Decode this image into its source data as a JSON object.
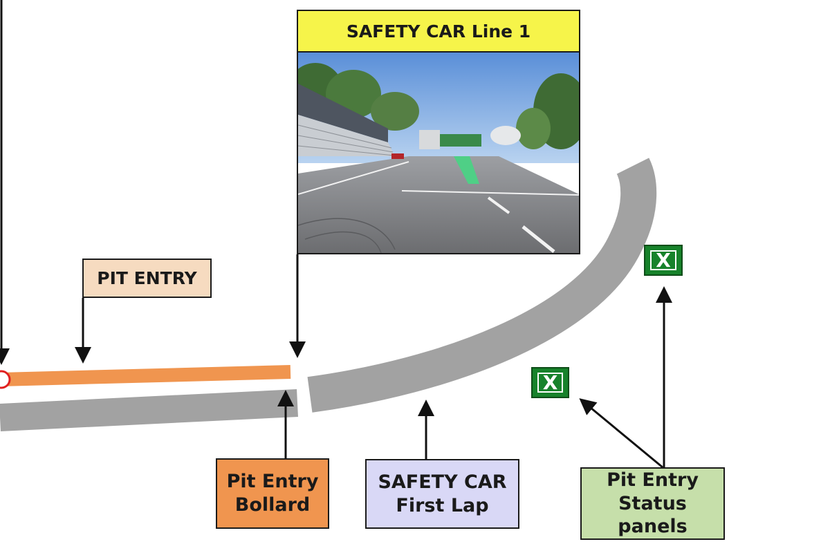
{
  "labels": {
    "pit_entry": "PIT ENTRY",
    "safety_car_line_1": "SAFETY CAR Line 1",
    "pit_entry_bollard": [
      "Pit Entry",
      "Bollard"
    ],
    "safety_car_first_lap": [
      "SAFETY CAR",
      "First Lap"
    ],
    "pit_entry_status_panels": [
      "Pit Entry",
      "Status panels"
    ]
  },
  "status_panel_symbol": "X",
  "colors": {
    "track": "#a2a2a2",
    "pit_lane": "#f0954f",
    "pit_entry_box": "#f6dbc0",
    "bollard_box": "#f0954f",
    "first_lap_box": "#d9d8f6",
    "status_box": "#c6dfaa",
    "title_bar": "#f6f44a",
    "panel_green": "#17822b",
    "arrow": "#111111",
    "marker": "#e02020"
  },
  "icons": [
    "status-panel-x-icon",
    "trackside-photo"
  ]
}
